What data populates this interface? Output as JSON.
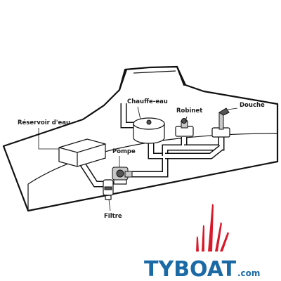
{
  "diagram": {
    "labels": {
      "reservoir": "Réservoir d'eau",
      "chauffe_eau": "Chauffe-eau",
      "robinet": "Robinet",
      "douche": "Douche",
      "pompe": "Pompe",
      "filtre": "Filtre"
    }
  },
  "logo": {
    "brand": "TYBOAT",
    "suffix": ".com",
    "colors": {
      "sails": "#d7192a",
      "text": "#1b6aa5"
    }
  }
}
